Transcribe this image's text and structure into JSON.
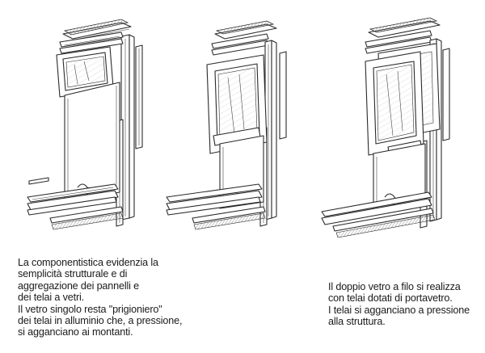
{
  "captions": {
    "left": [
      "La componentistica evidenzia la",
      "semplicità strutturale e di",
      "aggregazione dei pannelli e",
      "dei telai a vetri.",
      "Il vetro singolo resta \"prigioniero\"",
      "dei telai in alluminio che, a pressione,",
      "si agganciano ai montanti."
    ],
    "right": [
      "Il doppio vetro a filo si realizza",
      "con telai dotati di portavetro.",
      "I telai si agganciano a pressione",
      "alla struttura."
    ]
  }
}
